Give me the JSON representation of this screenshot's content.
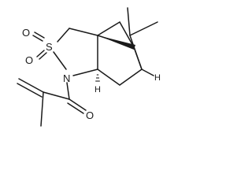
{
  "structure": {
    "atoms": {
      "sulfur": "S",
      "nitrogen": "N",
      "oxygen_upper": "O",
      "oxygen_lower": "O",
      "oxygen_carbonyl": "O",
      "hydrogen_bridgehead": "H",
      "hydrogen_right": "H"
    }
  }
}
